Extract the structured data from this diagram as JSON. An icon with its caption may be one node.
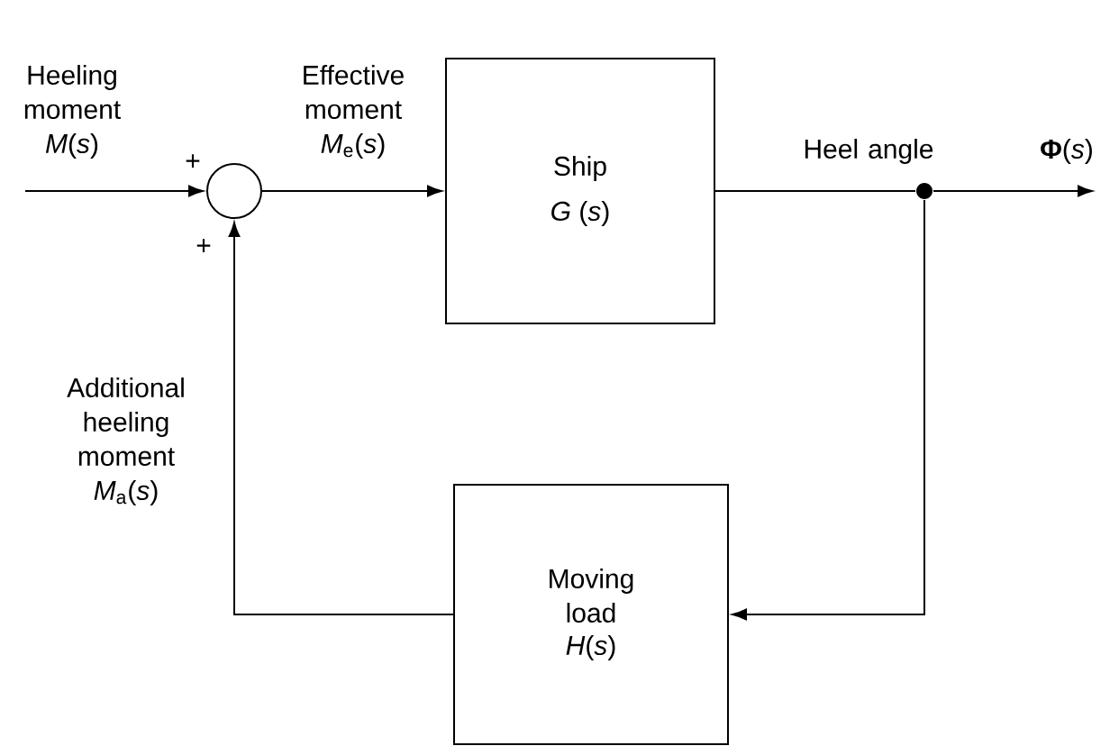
{
  "diagram": {
    "nodes": [
      {
        "text": [],
        "shape": "circle"
      },
      {
        "text": [
          "Ship",
          "*G* (*s*)"
        ]
      },
      {
        "text": [
          "Moving load",
          "*H*(*s*)"
        ]
      },
      {
        "text": [],
        "shape": "circle"
      }
    ],
    "edges": [
      {
        "from": null,
        "to": 0,
        "arrow": "to",
        "label": "Heeling moment *M*(*s*)"
      },
      {
        "from": 0,
        "to": 1,
        "arrow": "to",
        "label": "Effective moment *M*$_{e}$(*s*)"
      },
      {
        "from": 1,
        "to": 3,
        "arrow": "none",
        "label": "Heel angle"
      },
      {
        "from": 3,
        "to": null,
        "arrow": "to",
        "label": "**Φ**(*s*)"
      },
      {
        "from": 3,
        "to": 2,
        "arrow": "to"
      },
      {
        "from": 2,
        "to": 0,
        "arrow": "to",
        "label": "Additional heeling moment *M*$_{a}$(*s*)"
      }
    ],
    "labels": [
      "+",
      "+"
    ]
  }
}
